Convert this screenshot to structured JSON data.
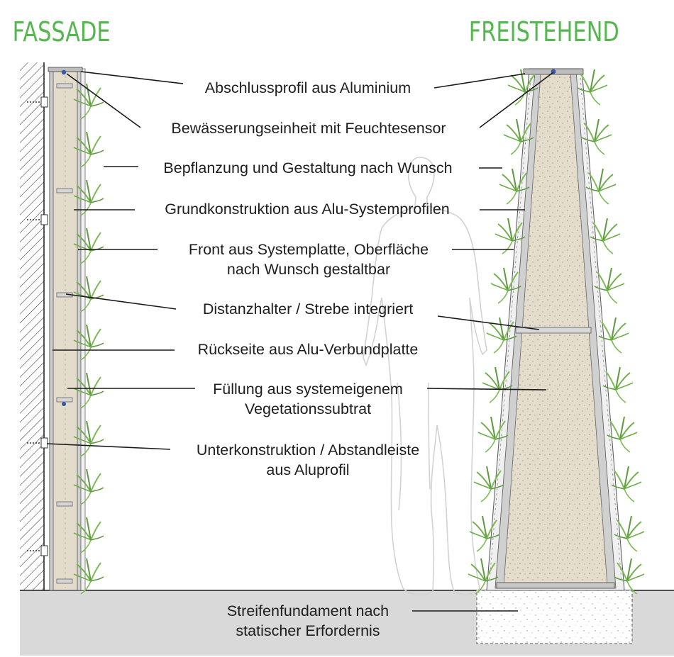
{
  "titles": {
    "facade": "FASSADE",
    "freestanding": "FREISTEHEND"
  },
  "labels": {
    "end_profile": "Abschlussprofil aus Aluminium",
    "irrigation": "Bewässerungseinheit mit Feuchtesensor",
    "planting": "Bepflanzung und Gestaltung nach Wunsch",
    "base_structure": "Grundkonstruktion aus Alu-Systemprofilen",
    "front_line1": "Front aus Systemplatte, Oberfläche",
    "front_line2": "nach Wunsch gestaltbar",
    "spacer": "Distanzhalter / Strebe integriert",
    "back": "Rückseite aus Alu-Verbundplatte",
    "filling_line1": "Füllung aus systemeigenem",
    "filling_line2": "Vegetationssubtrat",
    "substructure_line1": "Unterkonstruktion / Abstandleiste",
    "substructure_line2": "aus Aluprofil",
    "foundation_line1": "Streifenfundament nach",
    "foundation_line2": "statischer Erfordernis"
  },
  "colors": {
    "title_green": "#55b74f",
    "plant_green": "#6fae4a",
    "ground_gray": "#d9d9d9",
    "substrate": "#e3dccb",
    "profile_gray": "#c9c9c9",
    "line": "#1a1a1a"
  }
}
